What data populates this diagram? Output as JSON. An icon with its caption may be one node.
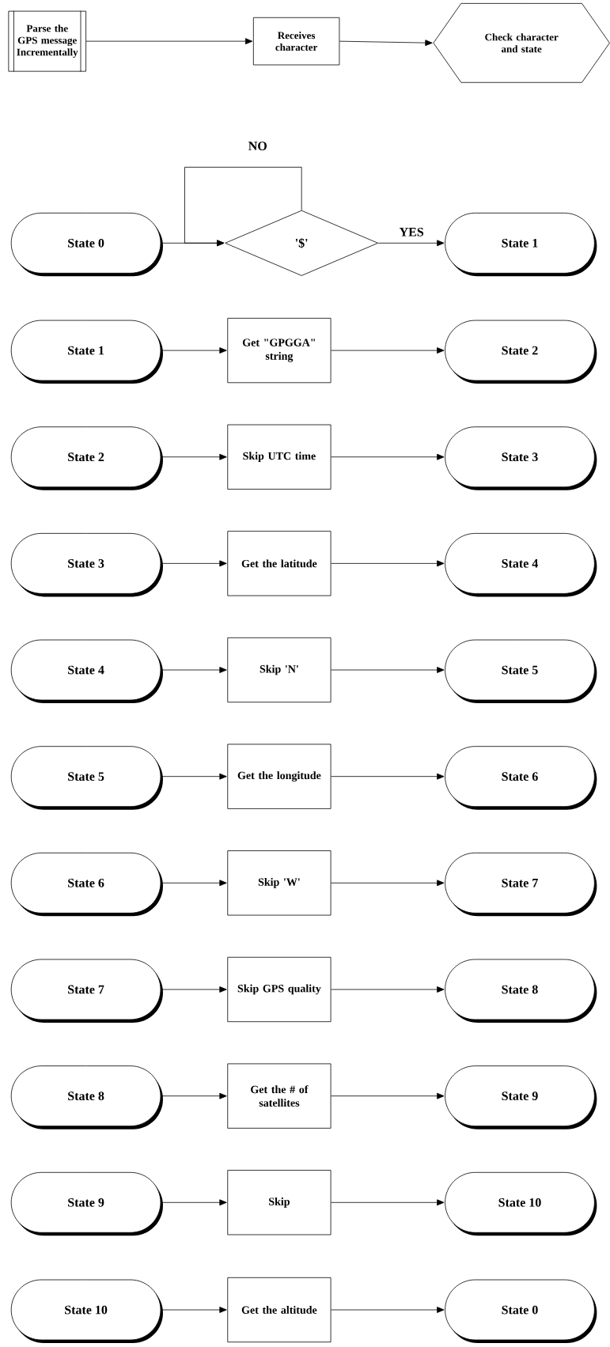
{
  "diagram": {
    "nodes": [
      {
        "text": [
          "Parse the GPS message Incrementally"
        ]
      },
      {
        "text": [
          "Receives character"
        ]
      },
      {
        "text": [
          "Check character and state"
        ]
      },
      {
        "text": [
          "State 0"
        ]
      },
      {
        "text": [
          "'$'"
        ]
      },
      {
        "text": [
          "State 1"
        ]
      },
      {
        "text": [
          "State 1"
        ]
      },
      {
        "text": [
          "Get \"GPGGA\" string"
        ]
      },
      {
        "text": [
          "State 2"
        ]
      },
      {
        "text": [
          "State 2"
        ]
      },
      {
        "text": [
          "Skip UTC time"
        ]
      },
      {
        "text": [
          "State 3"
        ]
      },
      {
        "text": [
          "State 3"
        ]
      },
      {
        "text": [
          "Get the latitude"
        ]
      },
      {
        "text": [
          "State 4"
        ]
      },
      {
        "text": [
          "State 4"
        ]
      },
      {
        "text": [
          "Skip 'N'"
        ]
      },
      {
        "text": [
          "State 5"
        ]
      },
      {
        "text": [
          "State 5"
        ]
      },
      {
        "text": [
          "Get the longitude"
        ]
      },
      {
        "text": [
          "State 6"
        ]
      },
      {
        "text": [
          "State 6"
        ]
      },
      {
        "text": [
          "Skip 'W'"
        ]
      },
      {
        "text": [
          "State 7"
        ]
      },
      {
        "text": [
          "State 7"
        ]
      },
      {
        "text": [
          "Skip GPS quality"
        ]
      },
      {
        "text": [
          "State 8"
        ]
      },
      {
        "text": [
          "State 8"
        ]
      },
      {
        "text": [
          "Get the # of satellites"
        ]
      },
      {
        "text": [
          "State 9"
        ]
      },
      {
        "text": [
          "State 9"
        ]
      },
      {
        "text": [
          "Skip"
        ]
      },
      {
        "text": [
          "State 10"
        ]
      },
      {
        "text": [
          "State 10"
        ]
      },
      {
        "text": [
          "Get the altitude"
        ]
      },
      {
        "text": [
          "State 0"
        ]
      }
    ],
    "edges": [
      {
        "from": 0,
        "to": 1,
        "arrow": "to"
      },
      {
        "from": 1,
        "to": 2,
        "arrow": "to"
      },
      {
        "from": 4,
        "to": 4,
        "arrow": "to",
        "label": "NO"
      },
      {
        "from": 3,
        "to": 4,
        "arrow": "to"
      },
      {
        "from": 4,
        "to": 5,
        "arrow": "to",
        "label": "YES"
      },
      {
        "from": 6,
        "to": 7,
        "arrow": "to"
      },
      {
        "from": 7,
        "to": 8,
        "arrow": "to"
      },
      {
        "from": 9,
        "to": 10,
        "arrow": "to"
      },
      {
        "from": 10,
        "to": 11,
        "arrow": "to"
      },
      {
        "from": 12,
        "to": 13,
        "arrow": "to"
      },
      {
        "from": 13,
        "to": 14,
        "arrow": "to"
      },
      {
        "from": 15,
        "to": 16,
        "arrow": "to"
      },
      {
        "from": 16,
        "to": 17,
        "arrow": "to"
      },
      {
        "from": 18,
        "to": 19,
        "arrow": "to"
      },
      {
        "from": 19,
        "to": 20,
        "arrow": "to"
      },
      {
        "from": 21,
        "to": 22,
        "arrow": "to"
      },
      {
        "from": 22,
        "to": 23,
        "arrow": "to"
      },
      {
        "from": 24,
        "to": 25,
        "arrow": "to"
      },
      {
        "from": 25,
        "to": 26,
        "arrow": "to"
      },
      {
        "from": 27,
        "to": 28,
        "arrow": "to"
      },
      {
        "from": 28,
        "to": 29,
        "arrow": "to"
      },
      {
        "from": 30,
        "to": 31,
        "arrow": "to"
      },
      {
        "from": 31,
        "to": 32,
        "arrow": "to"
      },
      {
        "from": 33,
        "to": 34,
        "arrow": "to"
      },
      {
        "from": 34,
        "to": 35,
        "arrow": "to"
      }
    ]
  }
}
